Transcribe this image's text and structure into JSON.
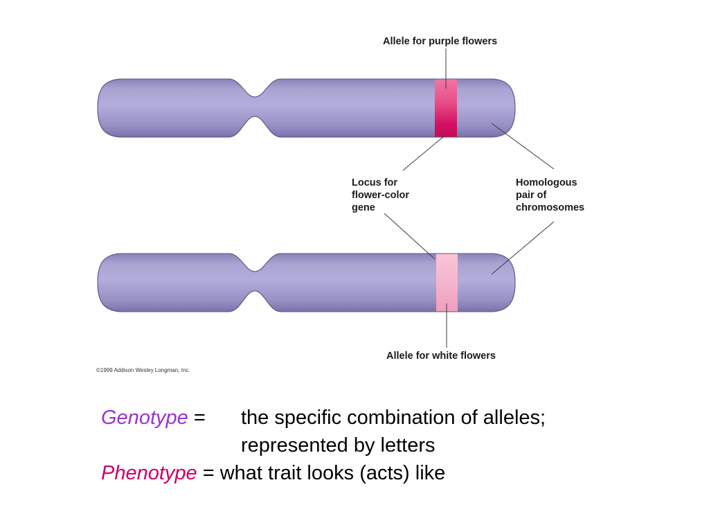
{
  "diagram": {
    "labels": {
      "allele_purple": "Allele for purple flowers",
      "locus": [
        "Locus for",
        "flower-color",
        "gene"
      ],
      "homologous": [
        "Homologous",
        "pair of",
        "chromosomes"
      ],
      "allele_white": "Allele for white flowers"
    },
    "copyright": "©1999 Addison Wesley Longman, Inc.",
    "colors": {
      "chromosome": "#9f98c8",
      "chromosome_dark": "#7e76ae",
      "band_purple_allele": "#d0105a",
      "band_white_allele": "#f4a9c6"
    }
  },
  "definitions": {
    "genotype_term": "Genotype",
    "genotype_eq": " =",
    "genotype_def_line1": "the specific combination of alleles;",
    "genotype_def_line2": "represented by letters",
    "phenotype_term": "Phenotype",
    "phenotype_def": " = what trait looks (acts) like",
    "colors": {
      "genotype": "#9933cc",
      "phenotype": "#cc0066"
    }
  }
}
